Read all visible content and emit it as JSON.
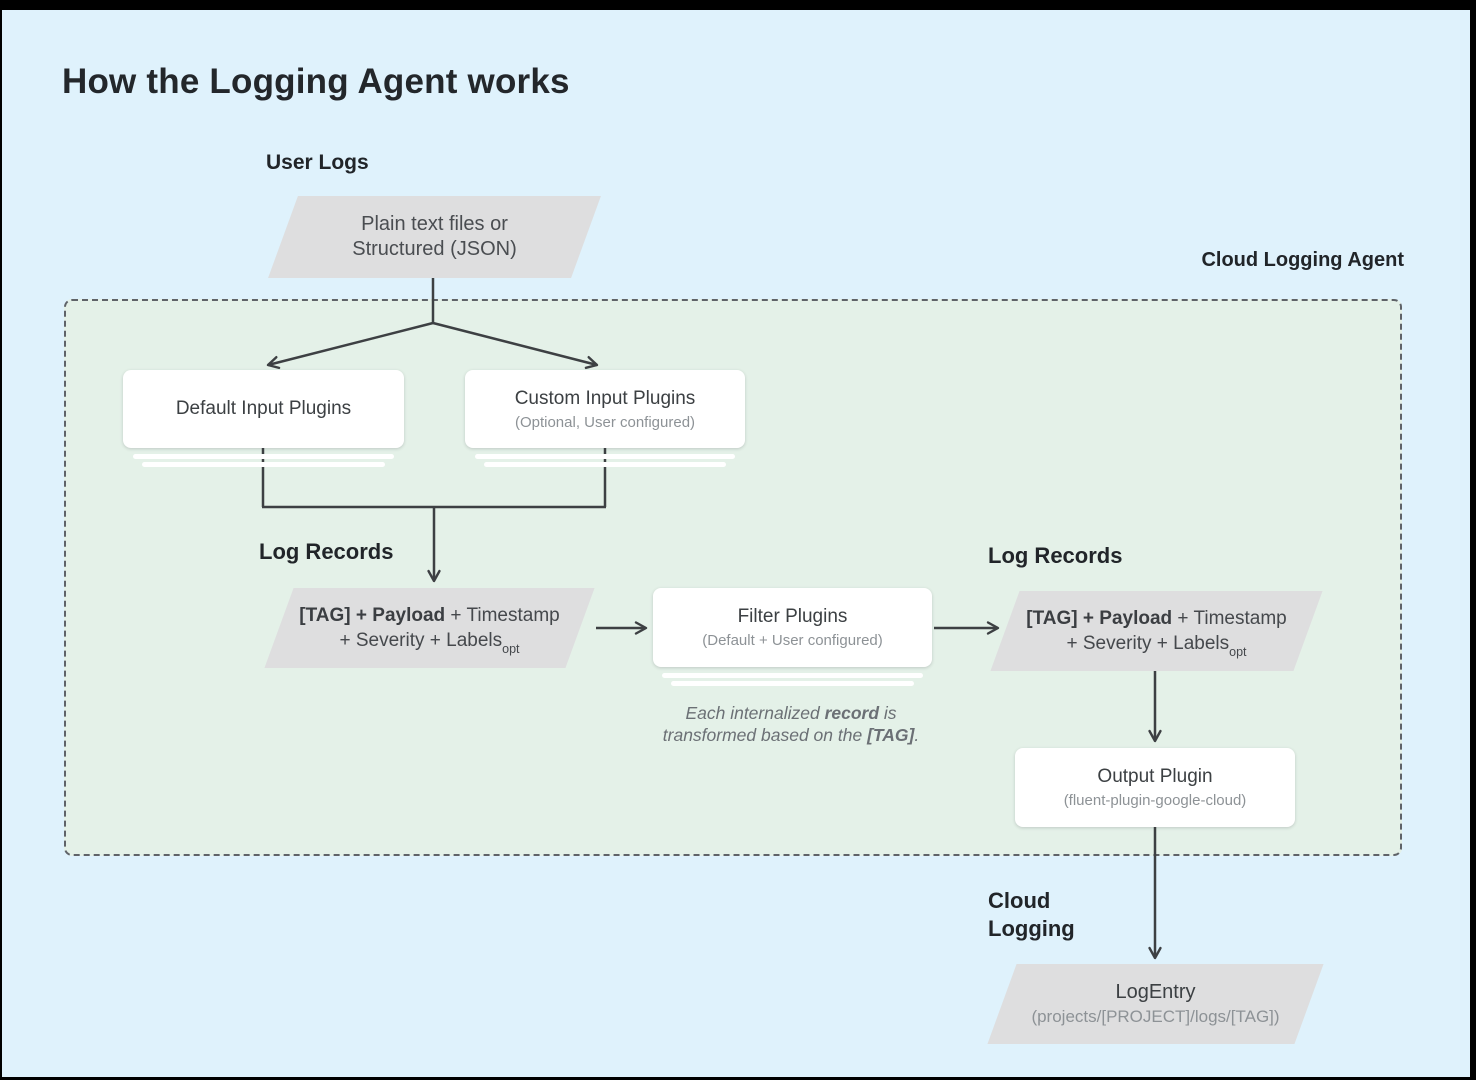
{
  "title": "How the Logging Agent works",
  "section_labels": {
    "user_logs": "User Logs",
    "cloud_logging_agent": "Cloud Logging Agent",
    "log_records_left": "Log Records",
    "log_records_right": "Log Records",
    "cloud_logging": "Cloud Logging"
  },
  "nodes": {
    "user_logs_source": {
      "line1": "Plain text files or",
      "line2": "Structured (JSON)"
    },
    "default_input_plugins": {
      "title": "Default Input Plugins"
    },
    "custom_input_plugins": {
      "title": "Custom Input Plugins",
      "subtitle": "(Optional, User configured)"
    },
    "log_record": {
      "bold": "[TAG] + Payload",
      "after_bold": " + Timestamp",
      "line2": "+ Severity + Labels",
      "subscript": "opt"
    },
    "filter_plugins": {
      "title": "Filter Plugins",
      "subtitle": "(Default + User configured)"
    },
    "output_plugin": {
      "title": "Output Plugin",
      "subtitle": "(fluent-plugin-google-cloud)"
    },
    "log_entry": {
      "title": "LogEntry",
      "subtitle": "(projects/[PROJECT]/logs/[TAG])"
    }
  },
  "note": {
    "l1_pre": "Each internalized ",
    "l1_bold": "record",
    "l1_post": " is",
    "l2_pre": "transformed based on the ",
    "l2_bold": "[TAG]",
    "l2_post": "."
  },
  "colors": {
    "page_background": "#dff2fc",
    "agent_region_fill": "#e4f1e8",
    "agent_region_border": "#5f6368",
    "parallelogram_fill": "#dededf",
    "node_fill": "#ffffff",
    "connector_line": "#3d4043",
    "title_text": "#23272b",
    "node_title_text": "#3c4043",
    "node_subtitle_text": "#8d9296",
    "note_text": "#6b7075"
  }
}
